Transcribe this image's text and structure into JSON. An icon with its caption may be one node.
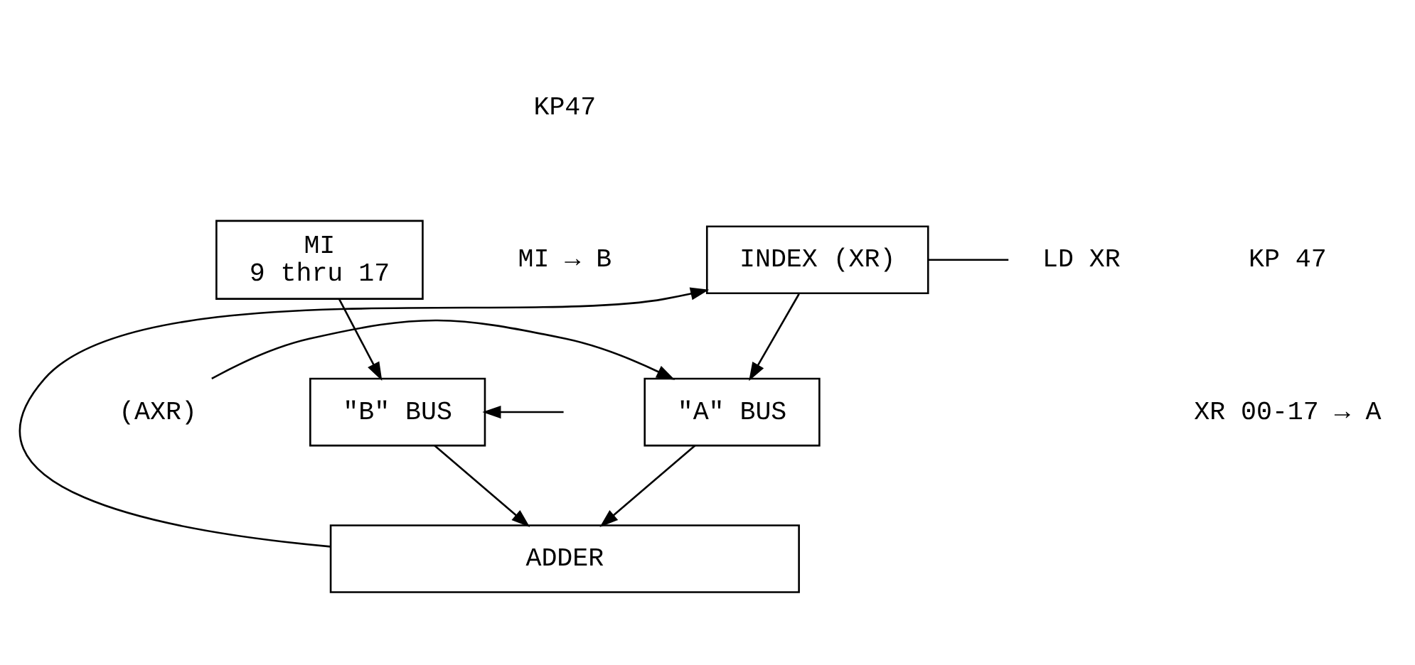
{
  "diagram": {
    "nodes": [
      {
        "text": [
          "MI",
          "9 thru 17"
        ]
      },
      {
        "text": [
          "INDEX (XR)"
        ]
      },
      {
        "text": [
          "\"B\" BUS"
        ]
      },
      {
        "text": [
          "\"A\" BUS"
        ]
      },
      {
        "text": [
          "ADDER"
        ]
      },
      {
        "text": [
          "LD XR"
        ]
      },
      {
        "text": [
          "(AXR)"
        ]
      }
    ],
    "edges": [
      {
        "from": 0,
        "to": 2,
        "arrow": "to"
      },
      {
        "from": 1,
        "to": 3,
        "arrow": "to"
      },
      {
        "from": 2,
        "to": 4,
        "arrow": "to"
      },
      {
        "from": 3,
        "to": 4,
        "arrow": "to"
      },
      {
        "from": 4,
        "to": 1,
        "arrow": "to"
      },
      {
        "from": 1,
        "to": 5,
        "arrow": "none"
      },
      {
        "from": 6,
        "to": 3,
        "arrow": "to"
      },
      {
        "from": null,
        "to": 2,
        "arrow": "to"
      }
    ],
    "labels": [
      "KP47",
      "MI → B",
      "KP 47",
      "XR 00-17 → A"
    ]
  }
}
